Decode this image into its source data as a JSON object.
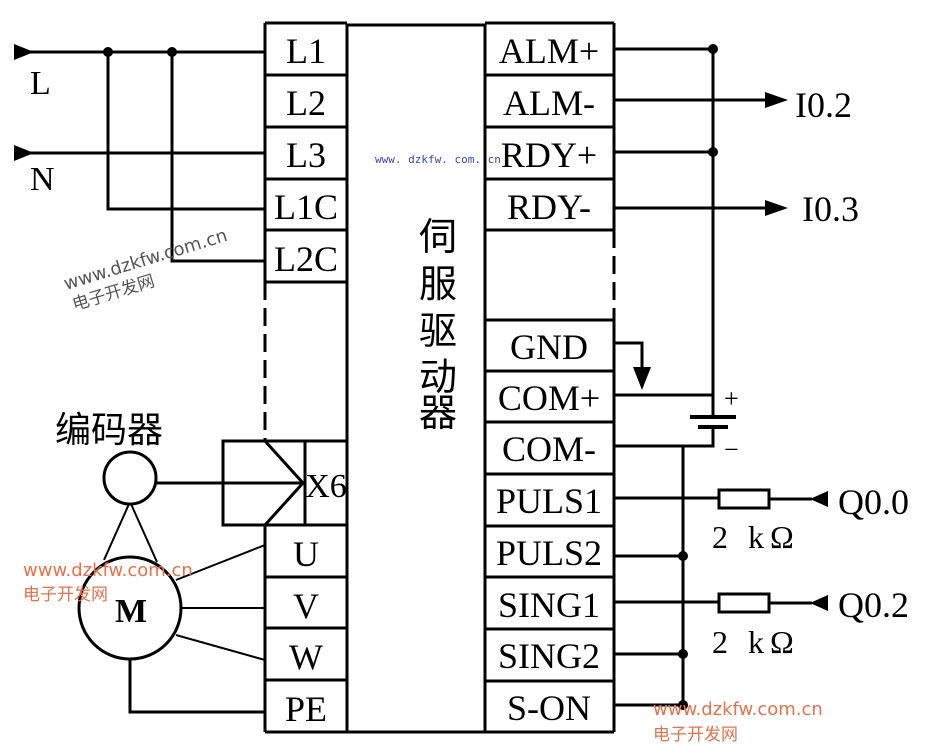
{
  "diagram": {
    "title": "伺服驱动器",
    "title_chars": [
      "伺",
      "服",
      "驱",
      "动",
      "器"
    ],
    "power_inputs": {
      "L_label": "L",
      "N_label": "N"
    },
    "left_terminals": [
      "L1",
      "L2",
      "L3",
      "L1C",
      "L2C"
    ],
    "motor_terminals": [
      "U",
      "V",
      "W",
      "PE"
    ],
    "encoder_connector": "X6",
    "encoder_label": "编码器",
    "motor_label": "M",
    "right_terminals_top": [
      "ALM+",
      "ALM-",
      "RDY+",
      "RDY-"
    ],
    "right_terminals_bottom": [
      "GND",
      "COM+",
      "COM-",
      "PULS1",
      "PULS2",
      "SING1",
      "SING2",
      "S-ON"
    ],
    "plc_inputs": [
      "I0.2",
      "I0.3"
    ],
    "plc_outputs": [
      "Q0.0",
      "Q0.2"
    ],
    "resistors": [
      "2 kΩ",
      "2 kΩ"
    ],
    "battery": {
      "plus": "+",
      "minus": "−"
    },
    "watermarks": {
      "url": "www.dzkfw.com.cn",
      "name": "电子开发网",
      "center_url": "www. dzkfw. com. cn",
      "color_orange": "#e8704a",
      "color_gray": "#555555",
      "color_blue": "#3344cc"
    }
  }
}
